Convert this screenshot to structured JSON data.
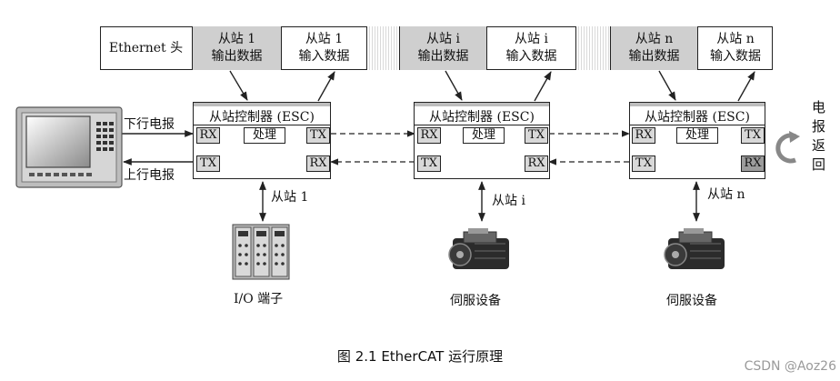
{
  "frame": {
    "header": "Ethernet 头",
    "cells": [
      {
        "line1": "从站 1",
        "line2": "输出数据"
      },
      {
        "line1": "从站 1",
        "line2": "输入数据"
      },
      {
        "line1": "从站 i",
        "line2": "输出数据"
      },
      {
        "line1": "从站 i",
        "line2": "输入数据"
      },
      {
        "line1": "从站 n",
        "line2": "输出数据"
      },
      {
        "line1": "从站 n",
        "line2": "输入数据"
      }
    ]
  },
  "master": {
    "downlink_label": "下行电报",
    "uplink_label": "上行电报"
  },
  "escs": [
    {
      "title": "从站控制器 (ESC)",
      "rx": "RX",
      "process": "处理",
      "tx": "TX",
      "tx_back": "TX",
      "rx_back": "RX",
      "station": "从站 1",
      "device": "I/O 端子"
    },
    {
      "title": "从站控制器 (ESC)",
      "rx": "RX",
      "process": "处理",
      "tx": "TX",
      "tx_back": "TX",
      "rx_back": "RX",
      "station": "从站 i",
      "device": "伺服设备"
    },
    {
      "title": "从站控制器 (ESC)",
      "rx": "RX",
      "process": "处理",
      "tx": "TX",
      "tx_back": "TX",
      "rx_back": "RX",
      "station": "从站 n",
      "device": "伺服设备"
    }
  ],
  "return_label": [
    "电",
    "报",
    "返",
    "回"
  ],
  "caption": "图 2.1   EtherCAT 运行原理",
  "watermark": "CSDN @Aoz26"
}
